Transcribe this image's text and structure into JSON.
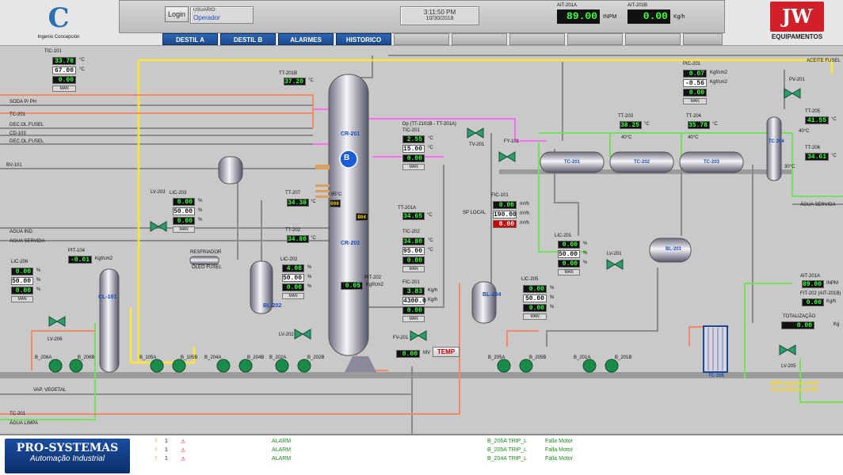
{
  "header": {
    "logo_left_caption": "Ingenio Concepción",
    "logo_left_mark": "C",
    "login_label": "Login",
    "user_label": "USUARIO:",
    "user_value": "Operador",
    "time": "3:11:50 PM",
    "date": "10/30/2018",
    "ait201a_tag": "AIT-201A",
    "ait201a_value": "89.00",
    "ait201a_unit": "INPM",
    "ait201b_tag": "AIT-201B",
    "ait201b_value": "0.00",
    "ait201b_unit": "Kg/h",
    "logo_right_mark": "JW",
    "logo_right_caption": "EQUIPAMENTOS"
  },
  "tabs": [
    "DESTIL A",
    "DESTIL B",
    "ALARMES",
    "HISTORICO"
  ],
  "lines": {
    "soda": "SODA P/ PH",
    "tc201": "TC-201",
    "dec1": "DEC.OL.FUSEL",
    "cd103": "CD-103",
    "dec2": "DEC.OL.FUSEL",
    "bv101": "BV-101",
    "agua_ind": "AGUA IND.",
    "agua_servida_l": "AGUA SERVIDA",
    "vap_vegetal": "VAP. VEGETAL",
    "tc201b": "TC-201",
    "agua_limpa": "ÁGUA LIMPA",
    "aceite_fusel": "ACEITE FUSEL",
    "agua_servida_r": "ÁGUA SERVIDA"
  },
  "instruments": {
    "tic101": {
      "tag": "TIC-101",
      "pv": "33.78",
      "sp": "67.00",
      "out": "0.00",
      "unit": "°C",
      "mode": "MAN"
    },
    "tt201b": {
      "tag": "TT-201B",
      "value": "37.20",
      "unit": "°C"
    },
    "lic203": {
      "tag": "LIC-203",
      "v1": "0.00",
      "v2": "50.00",
      "v3": "0.00",
      "unit": "%",
      "mode": "MAN"
    },
    "lv203": "LV-203",
    "tt207": {
      "tag": "TT-207",
      "value": "34.38",
      "unit": "°C"
    },
    "tt202": {
      "tag": "TT-202",
      "value": "34.80",
      "unit": "°C"
    },
    "tt201a": {
      "tag": "TT-201A",
      "value": "34.65",
      "unit": "°C"
    },
    "lic202": {
      "tag": "LIC-202",
      "v1": "4.08",
      "v2": "50.00",
      "v3": "0.00",
      "unit": "%",
      "mode": "MAN"
    },
    "pit202": {
      "tag": "PIT-202",
      "value": "0.05",
      "unit": "Kgf/cm2"
    },
    "lv202": "LV-202",
    "dp": {
      "tag": "Dp (TT-2101B - TT-201A)",
      "subtag": "TIC-201",
      "v1": "2.55",
      "v2": "15.00",
      "v3": "0.00",
      "unit": "°C",
      "mode": "MAN"
    },
    "tv201": "TV-201",
    "fy101": "FY-101",
    "fic101": {
      "tag": "FIC-101",
      "v1": "0.00",
      "v2": "190.00",
      "v3": "0.00",
      "unit": "m³/h",
      "sp_local": "SP LOCAL"
    },
    "tic202": {
      "tag": "TIC-202",
      "v1": "34.80",
      "v2": "95.00",
      "v3": "0.00",
      "unit": "°C",
      "mode": "MAN"
    },
    "fic201": {
      "tag": "FIC-201",
      "v1": "3.83",
      "v2": "4300.0",
      "v3": "0.00",
      "unit": "Kg/h",
      "mode": "MAN"
    },
    "fv201": {
      "tag": "FV-201",
      "value": "0.00",
      "unit": "MV"
    },
    "temp": "TEMP",
    "pic201": {
      "tag": "PIC-201",
      "v1": "0.07",
      "v2": "-0.56",
      "v3": "0.00",
      "unit": "Kgf/cm2",
      "mode": "MAN"
    },
    "pv201": "PV-201",
    "tt205": {
      "tag": "TT-205",
      "value": "41.55",
      "unit": "°C"
    },
    "tt206": {
      "tag": "TT-206",
      "value": "34.61",
      "unit": "°C"
    },
    "tt203": {
      "tag": "TT-203",
      "value": "38.25",
      "unit": "°C"
    },
    "tt204": {
      "tag": "TT-204",
      "value": "35.78",
      "unit": "°C"
    },
    "lic201": {
      "tag": "LIC-201",
      "v1": "0.00",
      "v2": "50.00",
      "v3": "0.00",
      "unit": "%",
      "mode": "MAN"
    },
    "lv201": "LV-201",
    "lic205": {
      "tag": "LIC-205",
      "v1": "0.00",
      "v2": "50.00",
      "v3": "0.00",
      "unit": "%",
      "mode": "MAN"
    },
    "lic206": {
      "tag": "LIC-206",
      "v1": "0.00",
      "v2": "50.00",
      "v3": "0.00",
      "unit": "%",
      "mode": "MAN"
    },
    "pit104": {
      "tag": "PIT-104",
      "value": "-0.01",
      "unit": "Kgf/cm2"
    },
    "lv206": "LV-206",
    "lv205": "LV-205",
    "ait201a_r": {
      "tag": "AIT-201A",
      "value": "89.00",
      "unit": "INPM"
    },
    "fit202": {
      "tag": "FIT-202 (AIT-201B)",
      "value": "0.00",
      "unit": "Kg/h"
    },
    "totalizacao": {
      "tag": "TOTALIZAÇÃO",
      "value": "0.00",
      "unit": "Kg"
    },
    "note1": "INPM Superior a 92.5°",
    "note2": "Cierra Valvula LV-205"
  },
  "equipment": {
    "cr201": "CR-201",
    "cr202": "CR-202",
    "col_b": "B",
    "b008": "008",
    "b004": "B04",
    "bl202": "BL-202",
    "bl204": "BL-204",
    "bl201": "BL-201",
    "cl101": "CL-101",
    "tc201": "TC-201",
    "tc202": "TC-202",
    "tc203": "TC-203",
    "tc204": "TC 204",
    "tc205": "TC-205",
    "resfriador": "RESFRIADOR",
    "oleo_fusel": "ÓLEO FUSEL",
    "t40a": "40°C",
    "t40b": "40°C",
    "t40c": "40°C",
    "t30": "30°C",
    "t85": "85°C"
  },
  "pumps": [
    "B_206A",
    "B_206B",
    "B_105A",
    "B_105B",
    "B_204A",
    "B_204B",
    "B_202A",
    "B_202B",
    "B_205A",
    "B_205B",
    "B_201A",
    "B_201B"
  ],
  "footer": {
    "brand1": "PRO-SYSTEMAS",
    "brand2": "Automação Industrial",
    "alarms": [
      {
        "ack": "!",
        "count": "1",
        "type": "ALARM",
        "tag": "B_206A TRIP_L",
        "desc": "Falla Motor"
      },
      {
        "ack": "!",
        "count": "1",
        "type": "ALARM",
        "tag": "B_205A TRIP_L",
        "desc": "Falla Motor"
      },
      {
        "ack": "!",
        "count": "1",
        "type": "ALARM",
        "tag": "B_204A TRIP_L",
        "desc": "Falla Motor"
      }
    ]
  },
  "colors": {
    "yellow": "#ffe33a",
    "pink": "#ff6ef0",
    "green": "#76e05a",
    "salmon": "#f08a6a",
    "grey_pipe": "#8a8a8a",
    "accent": "#1c4a8d"
  }
}
